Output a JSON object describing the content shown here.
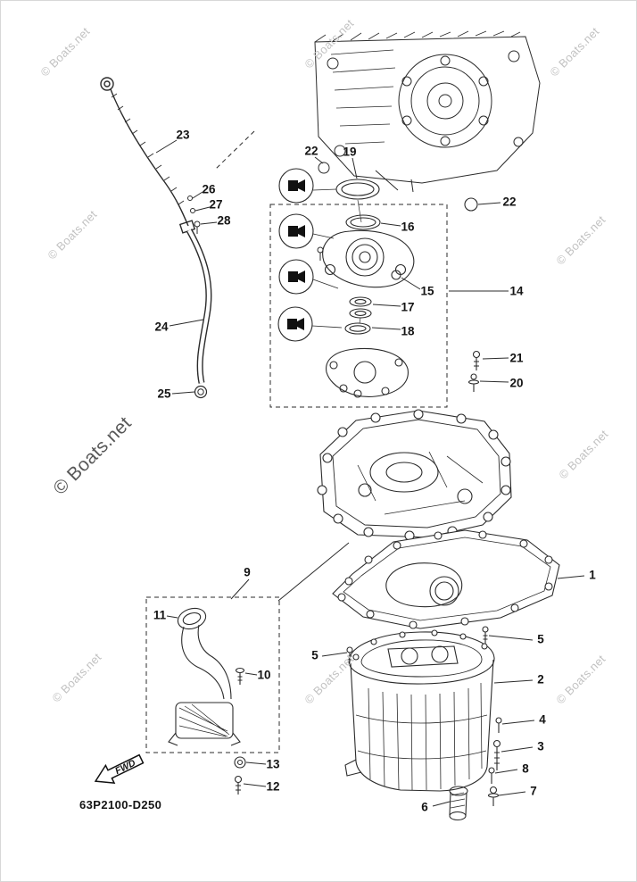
{
  "diagram": {
    "code": "63P2100-D250",
    "fwd_label": "FWD",
    "line_color": "#2b2b2b"
  },
  "watermark": {
    "text": "© Boats.net"
  },
  "callouts": [
    {
      "label": "23"
    },
    {
      "label": "22"
    },
    {
      "label": "19"
    },
    {
      "label": "26"
    },
    {
      "label": "27"
    },
    {
      "label": "28"
    },
    {
      "label": "16"
    },
    {
      "label": "22"
    },
    {
      "label": "15"
    },
    {
      "label": "14"
    },
    {
      "label": "17"
    },
    {
      "label": "18"
    },
    {
      "label": "24"
    },
    {
      "label": "21"
    },
    {
      "label": "20"
    },
    {
      "label": "25"
    },
    {
      "label": "9"
    },
    {
      "label": "1"
    },
    {
      "label": "11"
    },
    {
      "label": "5"
    },
    {
      "label": "10"
    },
    {
      "label": "5"
    },
    {
      "label": "2"
    },
    {
      "label": "4"
    },
    {
      "label": "3"
    },
    {
      "label": "13"
    },
    {
      "label": "8"
    },
    {
      "label": "12"
    },
    {
      "label": "7"
    },
    {
      "label": "6"
    }
  ]
}
